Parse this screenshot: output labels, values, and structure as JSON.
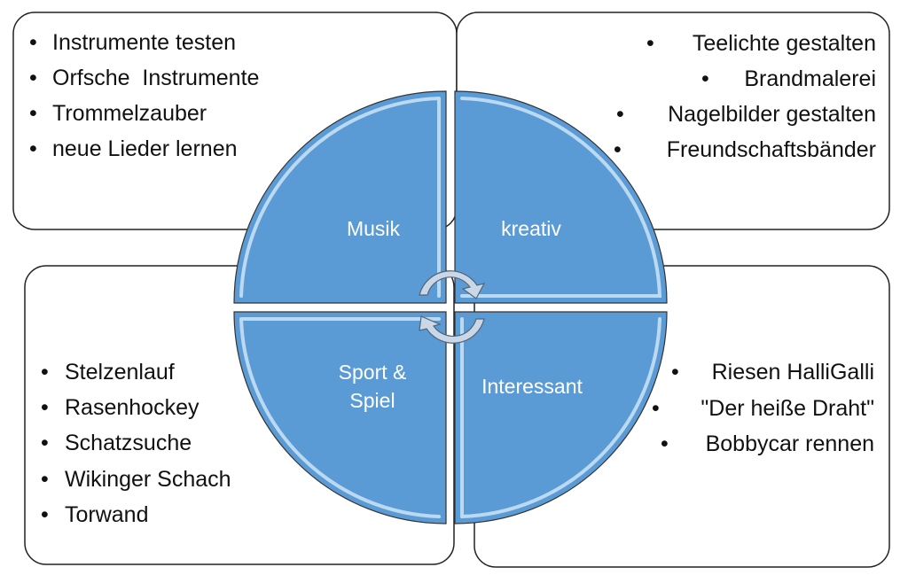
{
  "colors": {
    "segment": "#5b9bd5",
    "arrow": "#c9d7e6",
    "text": "#111111"
  },
  "segments": [
    {
      "label": "Musik",
      "items": [
        "Instrumente testen",
        "Orfsche  Instrumente",
        "Trommelzauber",
        "neue Lieder lernen"
      ]
    },
    {
      "label": "kreativ",
      "items": [
        "Teelichte gestalten",
        "Brandmalerei",
        "Nagelbilder gestalten",
        "Freundschaftsbänder"
      ]
    },
    {
      "label_line1": "Sport &",
      "label_line2": "Spiel",
      "items": [
        "Stelzenlauf",
        "Rasenhockey",
        "Schatzsuche",
        "Wikinger Schach",
        "Torwand"
      ]
    },
    {
      "label": "Interessant",
      "items": [
        "Riesen HalliGalli",
        "\"Der heiße Draht\"",
        "Bobbycar rennen"
      ]
    }
  ],
  "icons": {
    "center": "circular-arrows-icon"
  }
}
